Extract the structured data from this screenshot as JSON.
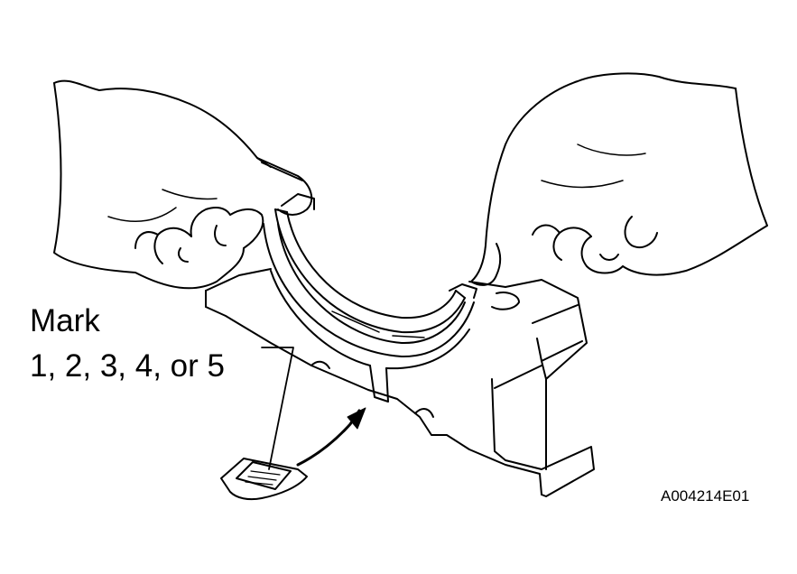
{
  "diagram": {
    "callout": {
      "line1": "Mark",
      "line2": "1, 2, 3, 4, or 5"
    },
    "figure_code": "A004214E01",
    "colors": {
      "line": "#000000",
      "background": "#ffffff"
    }
  }
}
